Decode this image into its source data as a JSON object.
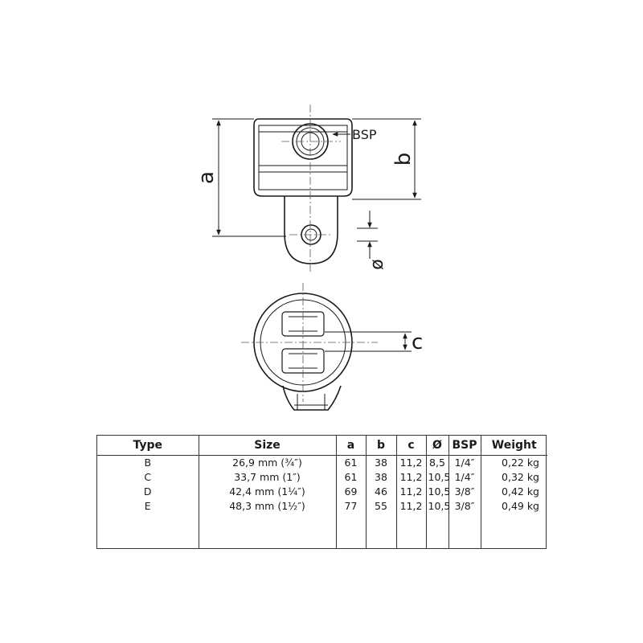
{
  "drawing": {
    "dimension_labels": {
      "a": "a",
      "b": "b",
      "bsp": "BSP",
      "diameter": "ø",
      "c": "c"
    }
  },
  "table": {
    "headers": [
      "Type",
      "Size",
      "a",
      "b",
      "c",
      "Ø",
      "BSP",
      "Weight"
    ],
    "rows": [
      [
        "B",
        "26,9 mm (¾″)",
        "61",
        "38",
        "11,2",
        "8,5",
        "1/4″",
        "0,22 kg"
      ],
      [
        "C",
        "33,7 mm (1″)",
        "61",
        "38",
        "11,2",
        "10,5",
        "1/4″",
        "0,32 kg"
      ],
      [
        "D",
        "42,4 mm (1¼″)",
        "69",
        "46",
        "11,2",
        "10,5",
        "3/8″",
        "0,42 kg"
      ],
      [
        "E",
        "48,3 mm (1½″)",
        "77",
        "55",
        "11,2",
        "10,5",
        "3/8″",
        "0,49 kg"
      ]
    ]
  }
}
